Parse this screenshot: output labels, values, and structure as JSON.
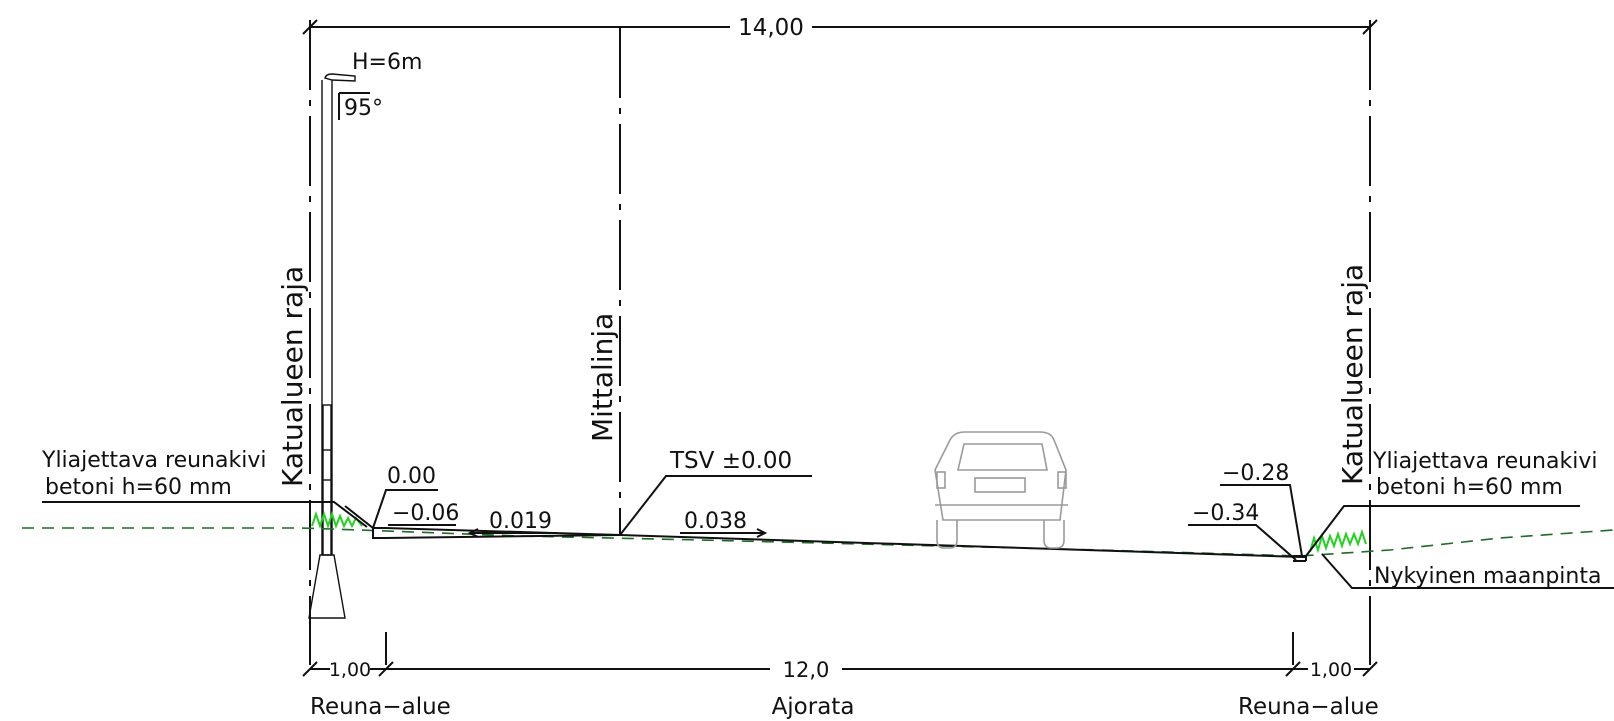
{
  "dimensions": {
    "total_width": "14,00",
    "left_edge_width": "1,00",
    "carriageway_width": "12,0",
    "right_edge_width": "1,00"
  },
  "zones": {
    "left": "Reuna−alue",
    "center": "Ajorata",
    "right": "Reuna−alue"
  },
  "lamp": {
    "height": "H=6m",
    "angle": "95°"
  },
  "boundary_labels": {
    "left": "Katualueen raja",
    "right": "Katualueen raja"
  },
  "centerline_label": "Mittalinja",
  "curb": {
    "left_line1": "Yliajettava reunakivi",
    "left_line2": "betoni h=60 mm",
    "right_line1": "Yliajettava reunakivi",
    "right_line2": "betoni h=60 mm"
  },
  "elevations": {
    "left_top": "0.00",
    "left_bottom": "−0.06",
    "tsv": "TSV ±0.00",
    "right_top": "−0.28",
    "right_bottom": "−0.34"
  },
  "slopes": {
    "left": "0.019",
    "right": "0.038"
  },
  "existing_ground": "Nykyinen maanpinta",
  "colors": {
    "line": "#111111",
    "ground_line": "#1e6b2a",
    "grass": "#22d21e",
    "vehicle": "#9a9a9a"
  }
}
